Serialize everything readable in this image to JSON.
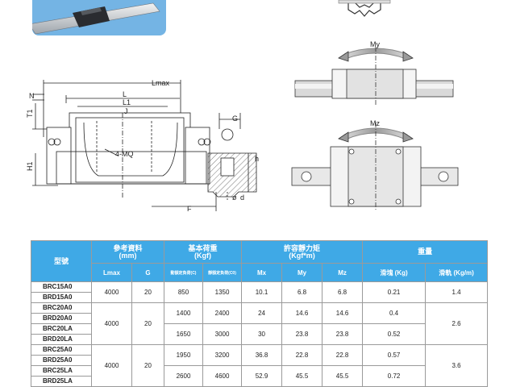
{
  "diagram": {
    "labels": {
      "lmax": "Lmax",
      "l": "L",
      "l1": "L1",
      "j": "J",
      "n": "N",
      "t1": "T1",
      "h1": "H1",
      "mq": "4-MQ",
      "g": "G",
      "f": "F",
      "d": "d",
      "h": "h",
      "my": "My",
      "mz": "Mz"
    }
  },
  "table": {
    "headers": {
      "model": "型號",
      "ref": "參考資料\n(mm)",
      "load": "基本荷重\n(Kgf)",
      "moment": "許容靜力矩\n(Kgf*m)",
      "weight": "重量",
      "lmax": "Lmax",
      "g": "G",
      "c": "動額定負荷(C)",
      "c0": "靜額定負荷(C0)",
      "mx": "Mx",
      "my": "My",
      "mz": "Mz",
      "slider": "滑塊 (Kg)",
      "rail": "滑軌 (Kg/m)"
    },
    "groups": [
      {
        "lmax": "4000",
        "g": "20",
        "rail": "1.4",
        "models": [
          "BRC15A0",
          "BRD15A0"
        ],
        "variants": [
          {
            "c": "850",
            "c0": "1350",
            "mx": "10.1",
            "my": "6.8",
            "mz": "6.8",
            "slider": "0.21"
          }
        ]
      },
      {
        "lmax": "4000",
        "g": "20",
        "rail": "2.6",
        "models": [
          "BRC20A0",
          "BRD20A0",
          "BRC20LA",
          "BRD20LA"
        ],
        "variants": [
          {
            "c": "1400",
            "c0": "2400",
            "mx": "24",
            "my": "14.6",
            "mz": "14.6",
            "slider": "0.4"
          },
          {
            "c": "1650",
            "c0": "3000",
            "mx": "30",
            "my": "23.8",
            "mz": "23.8",
            "slider": "0.52"
          }
        ]
      },
      {
        "lmax": "4000",
        "g": "20",
        "rail": "3.6",
        "models": [
          "BRC25A0",
          "BRD25A0",
          "BRC25LA",
          "BRD25LA"
        ],
        "variants": [
          {
            "c": "1950",
            "c0": "3200",
            "mx": "36.8",
            "my": "22.8",
            "mz": "22.8",
            "slider": "0.57"
          },
          {
            "c": "2600",
            "c0": "4600",
            "mx": "52.9",
            "my": "45.5",
            "mz": "45.5",
            "slider": "0.72"
          }
        ]
      }
    ]
  }
}
